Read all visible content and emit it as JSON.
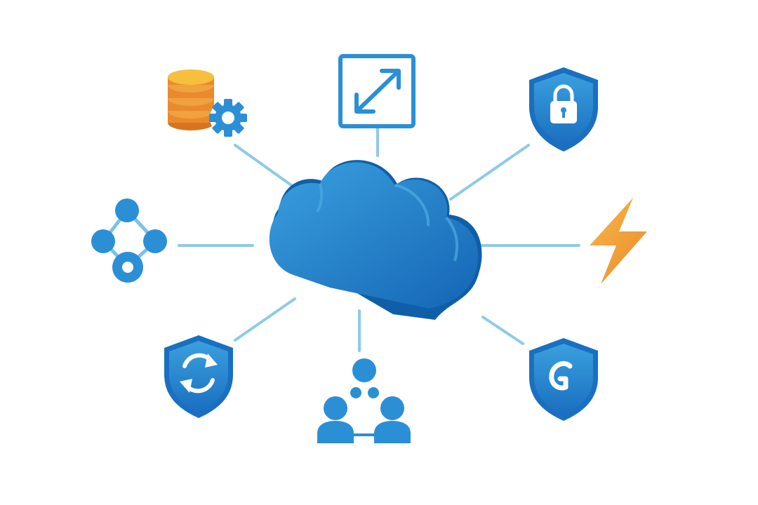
{
  "diagram": {
    "center": {
      "icon": "cloud-icon"
    },
    "nodes": [
      {
        "icon": "database-gear-icon",
        "position": "top-left"
      },
      {
        "icon": "scale-arrows-icon",
        "position": "top"
      },
      {
        "icon": "shield-lock-icon",
        "position": "top-right"
      },
      {
        "icon": "network-nodes-icon",
        "position": "left"
      },
      {
        "icon": "lightning-bolt-icon",
        "position": "right"
      },
      {
        "icon": "shield-sync-icon",
        "position": "bottom-left"
      },
      {
        "icon": "users-collaboration-icon",
        "position": "bottom"
      },
      {
        "icon": "shield-g-icon",
        "position": "bottom-right"
      }
    ]
  },
  "colors": {
    "primary_blue": "#1a78c8",
    "light_blue": "#3aa0de",
    "connector": "#8ccbe6",
    "database_orange": "#e98a2e",
    "database_top": "#f6b93b",
    "bolt_orange": "#f2a33a"
  }
}
